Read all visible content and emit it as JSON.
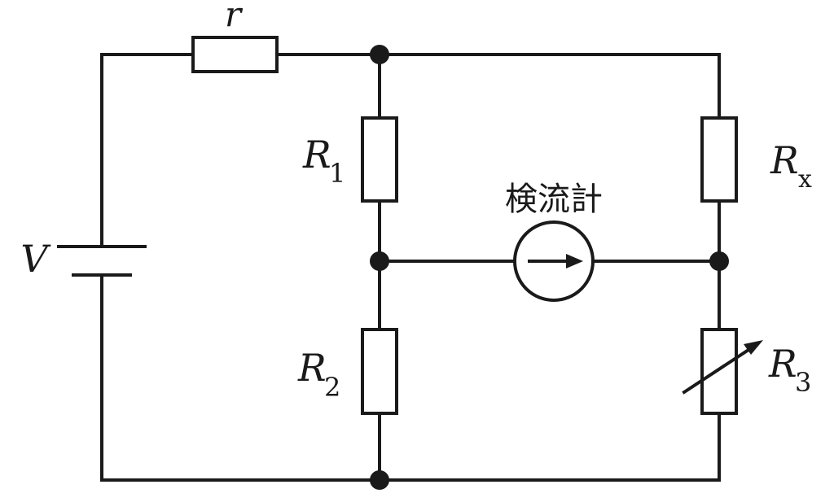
{
  "labels": {
    "r": "r",
    "V": "V",
    "R1_main": "R",
    "R1_sub": "1",
    "R2_main": "R",
    "R2_sub": "2",
    "Rx_main": "R",
    "Rx_sub": "x",
    "R3_main": "R",
    "R3_sub": "3",
    "galvanometer": "検流計"
  },
  "colors": {
    "line": "#1a1a1a",
    "background": "#ffffff"
  }
}
